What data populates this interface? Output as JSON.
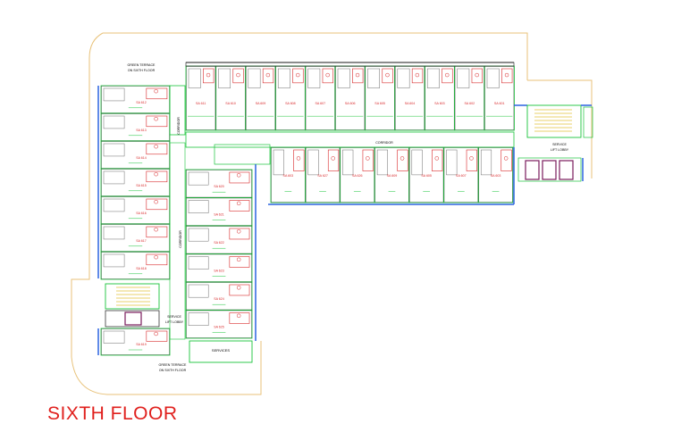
{
  "floor_title": "SIXTH FLOOR",
  "colors": {
    "outline": "#e8c27a",
    "room": "#19c43a",
    "partition": "#1a1a1a",
    "glazing": "#2b63e0",
    "label": "#d8282a",
    "furniture": "#6b6b6b",
    "lift": "#7a1a5c",
    "stair": "#e0c23a"
  },
  "labels": {
    "terrace_top": [
      "GREEN TERRACE",
      "ON SIXTH FLOOR"
    ],
    "terrace_bottom": [
      "GREEN TERRACE",
      "ON SIXTH FLOOR"
    ],
    "corridor_top": "CORRIDOR",
    "corridor_left": "CORRIDOR",
    "corridor_mid": "CORRIDOR",
    "service_lift_right": [
      "SERVICE",
      "LIFT LOBBY"
    ],
    "service_lift_left": [
      "SERVICE",
      "LIFT LOBBY"
    ],
    "services": "SERVICES"
  },
  "units": {
    "top_row": [
      "SA 611",
      "SA 610",
      "SA 609",
      "SA 608",
      "SA 607",
      "SA 606",
      "SA 605",
      "SA 604",
      "SA 603",
      "SA 602",
      "SA 601"
    ],
    "mid_row": [
      "SA 603",
      "SA 627",
      "SA 626",
      "SA 609",
      "SA 605",
      "SA 607",
      "SA 603"
    ],
    "left_col": [
      "SA 612",
      "SA 613",
      "SA 614",
      "SA 615",
      "SA 616",
      "SA 617",
      "SA 618",
      "SA 619"
    ],
    "inner_col": [
      "SA 620",
      "SA 621",
      "SA 622",
      "SA 623",
      "SA 624",
      "SA 625"
    ]
  }
}
